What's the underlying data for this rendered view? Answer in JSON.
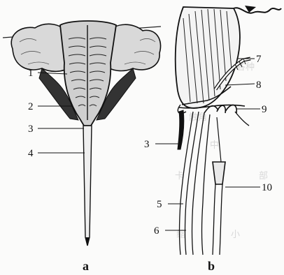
{
  "figure": {
    "panel_a": {
      "label": "a",
      "callouts": [
        "1",
        "2",
        "3",
        "4"
      ]
    },
    "panel_b": {
      "label": "b",
      "callouts": [
        "3",
        "5",
        "6",
        "7",
        "8",
        "9",
        "10"
      ]
    },
    "background_text": [
      "研在",
      "各种",
      "触角",
      "中",
      "卡",
      "部",
      "缩",
      "小"
    ]
  }
}
